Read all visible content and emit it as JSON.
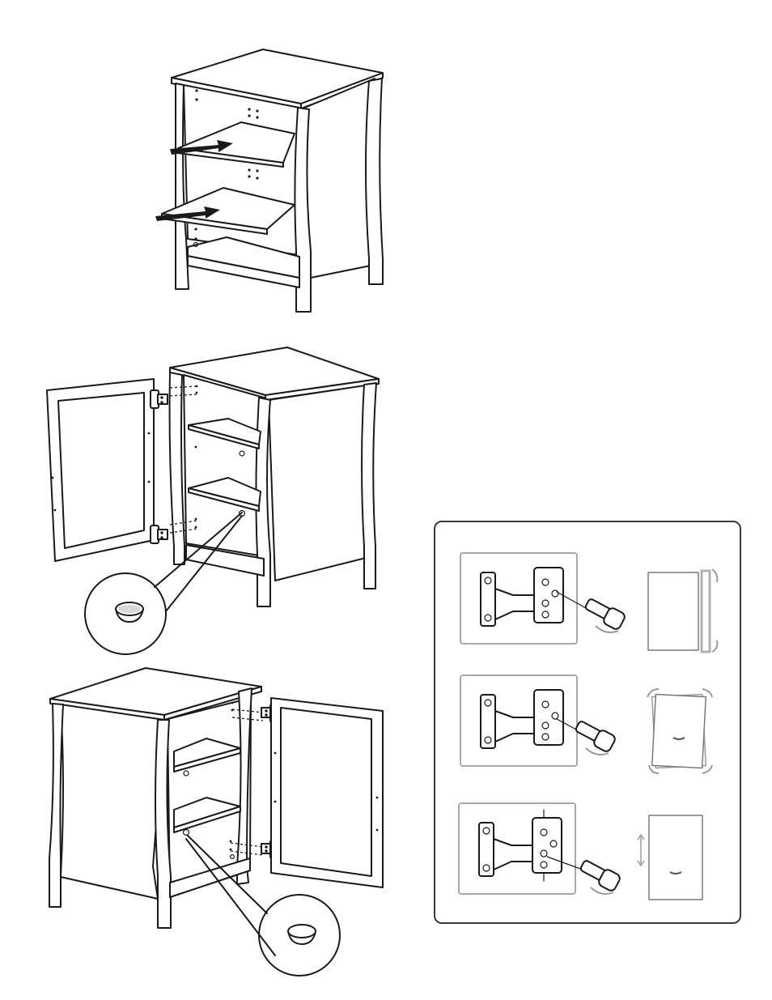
{
  "page": {
    "steps": [
      {
        "id": "insert-shelves",
        "note": ""
      },
      {
        "id": "attach-left-door",
        "note": ""
      },
      {
        "id": "attach-right-door",
        "note": ""
      }
    ],
    "hinge_adjustment": {
      "rows": [
        {
          "id": "depth-adjustment",
          "screw": "front"
        },
        {
          "id": "side-adjustment",
          "screw": "middle"
        },
        {
          "id": "height-adjustment",
          "screw": "rear"
        }
      ]
    },
    "colors": {
      "line": "#1a1a1a",
      "panel_border": "#3a3a3a",
      "detail_border": "#a8a8a8",
      "ghost": "#9a9a9a"
    }
  }
}
